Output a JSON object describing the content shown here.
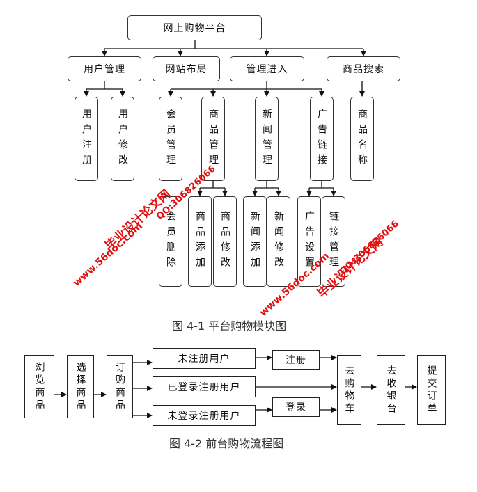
{
  "figure1": {
    "caption": "图 4-1  平台购物模块图",
    "root": "网上购物平台",
    "level1": [
      "用户管理",
      "网站布局",
      "管理进入",
      "商品搜索"
    ],
    "user_mgmt": [
      "用户注册",
      "用户修改"
    ],
    "admin": [
      "会员管理",
      "商品管理",
      "新闻管理",
      "广告链接"
    ],
    "search": [
      "商品名称"
    ],
    "member": [
      "会员删除"
    ],
    "goods": [
      "商品添加",
      "商品修改"
    ],
    "news": [
      "新闻添加",
      "新闻修改"
    ],
    "ads": [
      "广告设置",
      "链接管理"
    ]
  },
  "figure2": {
    "caption": "图 4-2  前台购物流程图",
    "browse": "浏览商品",
    "select": "选择商品",
    "order": "订购商品",
    "unregistered": "未注册用户",
    "logged_in": "已登录注册用户",
    "not_logged_in": "未登录注册用户",
    "register": "注册",
    "login": "登录",
    "cart": "去购物车",
    "checkout": "去收银台",
    "submit": "提交订单"
  },
  "watermark": {
    "site_name": "毕业设计论文网",
    "url": "www.56doc.com",
    "qq": "QQ:306826066"
  }
}
